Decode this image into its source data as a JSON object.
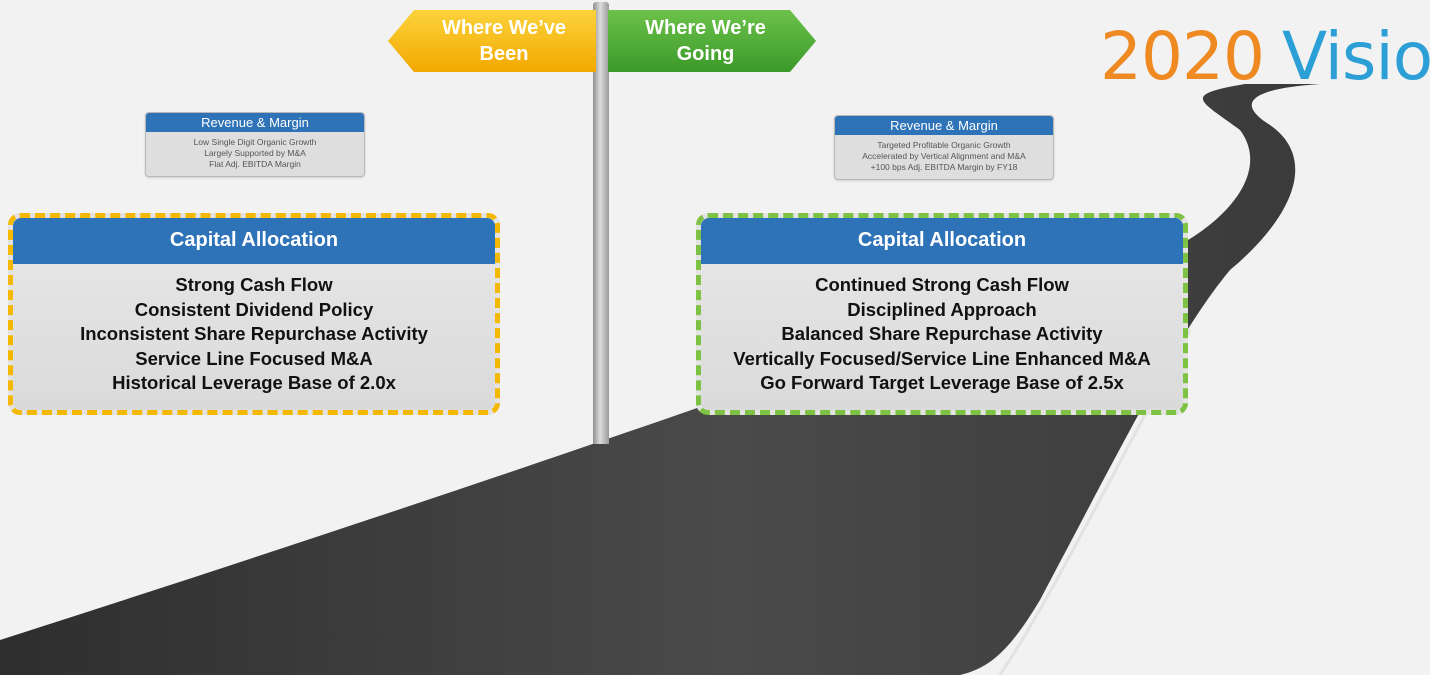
{
  "title": {
    "year": "2020",
    "word": "Vision"
  },
  "signs": {
    "left": {
      "line1": "Where We’ve",
      "line2": "Been",
      "color": "#f6b80e"
    },
    "right": {
      "line1": "Where We’re",
      "line2": "Going",
      "color": "#4ca833"
    }
  },
  "past": {
    "revenue": {
      "heading": "Revenue & Margin",
      "lines": [
        "Low Single Digit Organic Growth",
        "Largely Supported by M&A",
        "Flat Adj. EBITDA Margin"
      ]
    },
    "capital": {
      "heading": "Capital Allocation",
      "items": [
        "Strong Cash Flow",
        "Consistent Dividend Policy",
        "Inconsistent Share Repurchase Activity",
        "Service Line Focused M&A",
        "Historical Leverage Base of 2.0x"
      ],
      "border_color": "#f5b800"
    }
  },
  "future": {
    "revenue": {
      "heading": "Revenue & Margin",
      "lines": [
        "Targeted Profitable Organic Growth",
        "Accelerated by Vertical Alignment and M&A",
        "+100 bps Adj. EBITDA Margin by FY18"
      ]
    },
    "capital": {
      "heading": "Capital Allocation",
      "items": [
        "Continued Strong Cash Flow",
        "Disciplined Approach",
        "Balanced Share Repurchase Activity",
        "Vertically Focused/Service Line Enhanced M&A",
        "Go Forward Target Leverage Base of 2.5x"
      ],
      "border_color": "#7dc242"
    }
  },
  "colors": {
    "header_blue": "#2e73b8",
    "road": "#3d3d3d",
    "title_orange": "#ef8a22",
    "title_blue": "#2c9fd6"
  }
}
